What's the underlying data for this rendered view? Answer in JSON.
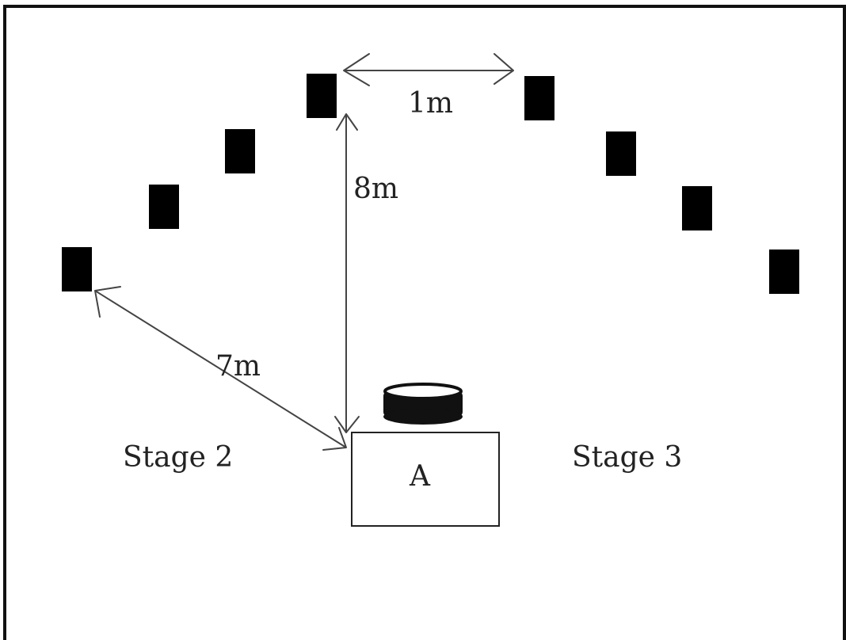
{
  "labels": {
    "width_dim": "1m",
    "height_dim": "8m",
    "diagonal_dim": "7m",
    "stage_left": "Stage 2",
    "stage_right": "Stage 3",
    "box": "A"
  },
  "colors": {
    "marker": "#000000",
    "line": "#444444",
    "text": "#222222",
    "background": "#ffffff"
  },
  "marker_count": 8
}
